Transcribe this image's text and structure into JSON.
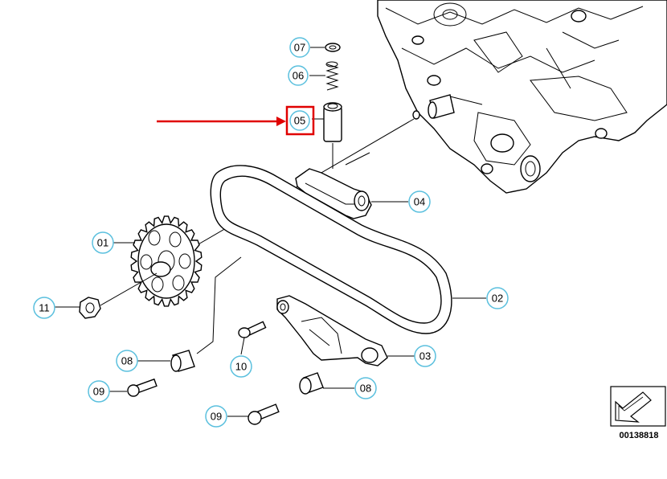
{
  "callouts": {
    "c07": "07",
    "c06": "06",
    "c05": "05",
    "c04": "04",
    "c01": "01",
    "c02": "02",
    "c11": "11",
    "c03": "03",
    "c10": "10",
    "c08a": "08",
    "c08b": "08",
    "c09a": "09",
    "c09b": "09"
  },
  "diagram_code": "00138818",
  "colors": {
    "highlight": "#e00000",
    "bubble_border": "#5bc0de"
  },
  "highlighted_part": "05"
}
